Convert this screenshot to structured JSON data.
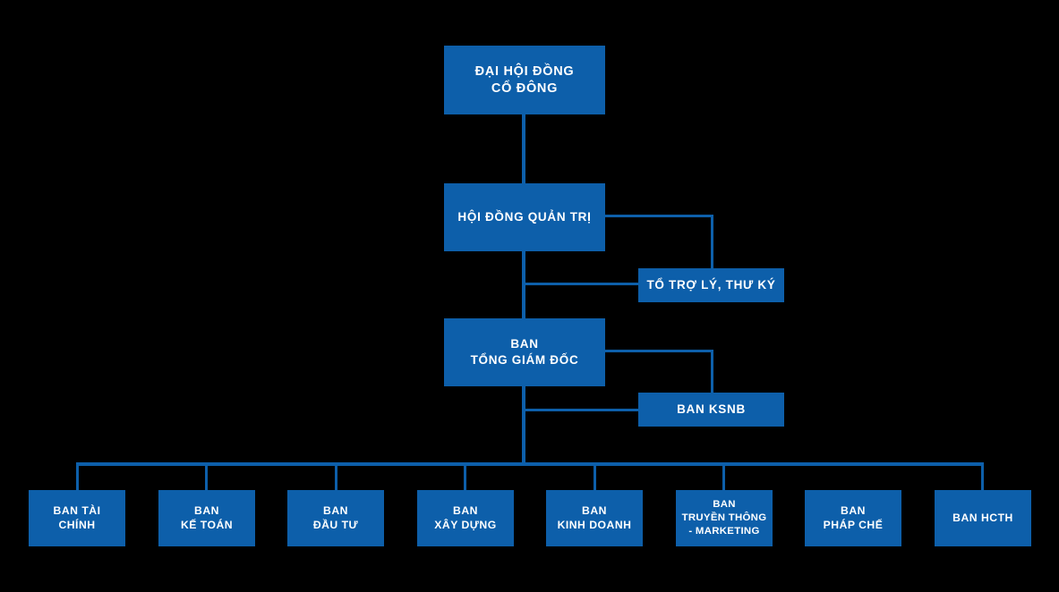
{
  "diagram": {
    "title": "So do to chuc cong ty",
    "type": "organizational-chart",
    "background_color": "#000000",
    "node_color": "#0d5faa",
    "connector_color": "#0d5faa",
    "text_color": "#ffffff"
  },
  "nodes": {
    "shareholders": {
      "label": "ĐẠI HỘI ĐỒNG\nCỔ ĐÔNG",
      "level": 1
    },
    "board": {
      "label": "HỘI ĐỒNG QUẢN TRỊ",
      "level": 2
    },
    "assistants": {
      "label": "TỔ TRỢ LÝ, THƯ KÝ",
      "level": 2.5
    },
    "ceo": {
      "label": "BAN\nTỔNG GIÁM ĐỐC",
      "level": 3
    },
    "internal_audit": {
      "label": "BAN KSNB",
      "level": 3.5
    }
  },
  "departments": [
    {
      "label": "BAN TÀI CHÍNH"
    },
    {
      "label": "BAN\nKẾ TOÁN"
    },
    {
      "label": "BAN\nĐẦU TƯ"
    },
    {
      "label": "BAN\nXÂY DỰNG"
    },
    {
      "label": "BAN\nKINH DOANH"
    },
    {
      "label": "BAN\nTRUYỀN THÔNG\n- MARKETING"
    },
    {
      "label": "BAN\nPHÁP CHẾ"
    },
    {
      "label": "BAN HCTH"
    }
  ]
}
